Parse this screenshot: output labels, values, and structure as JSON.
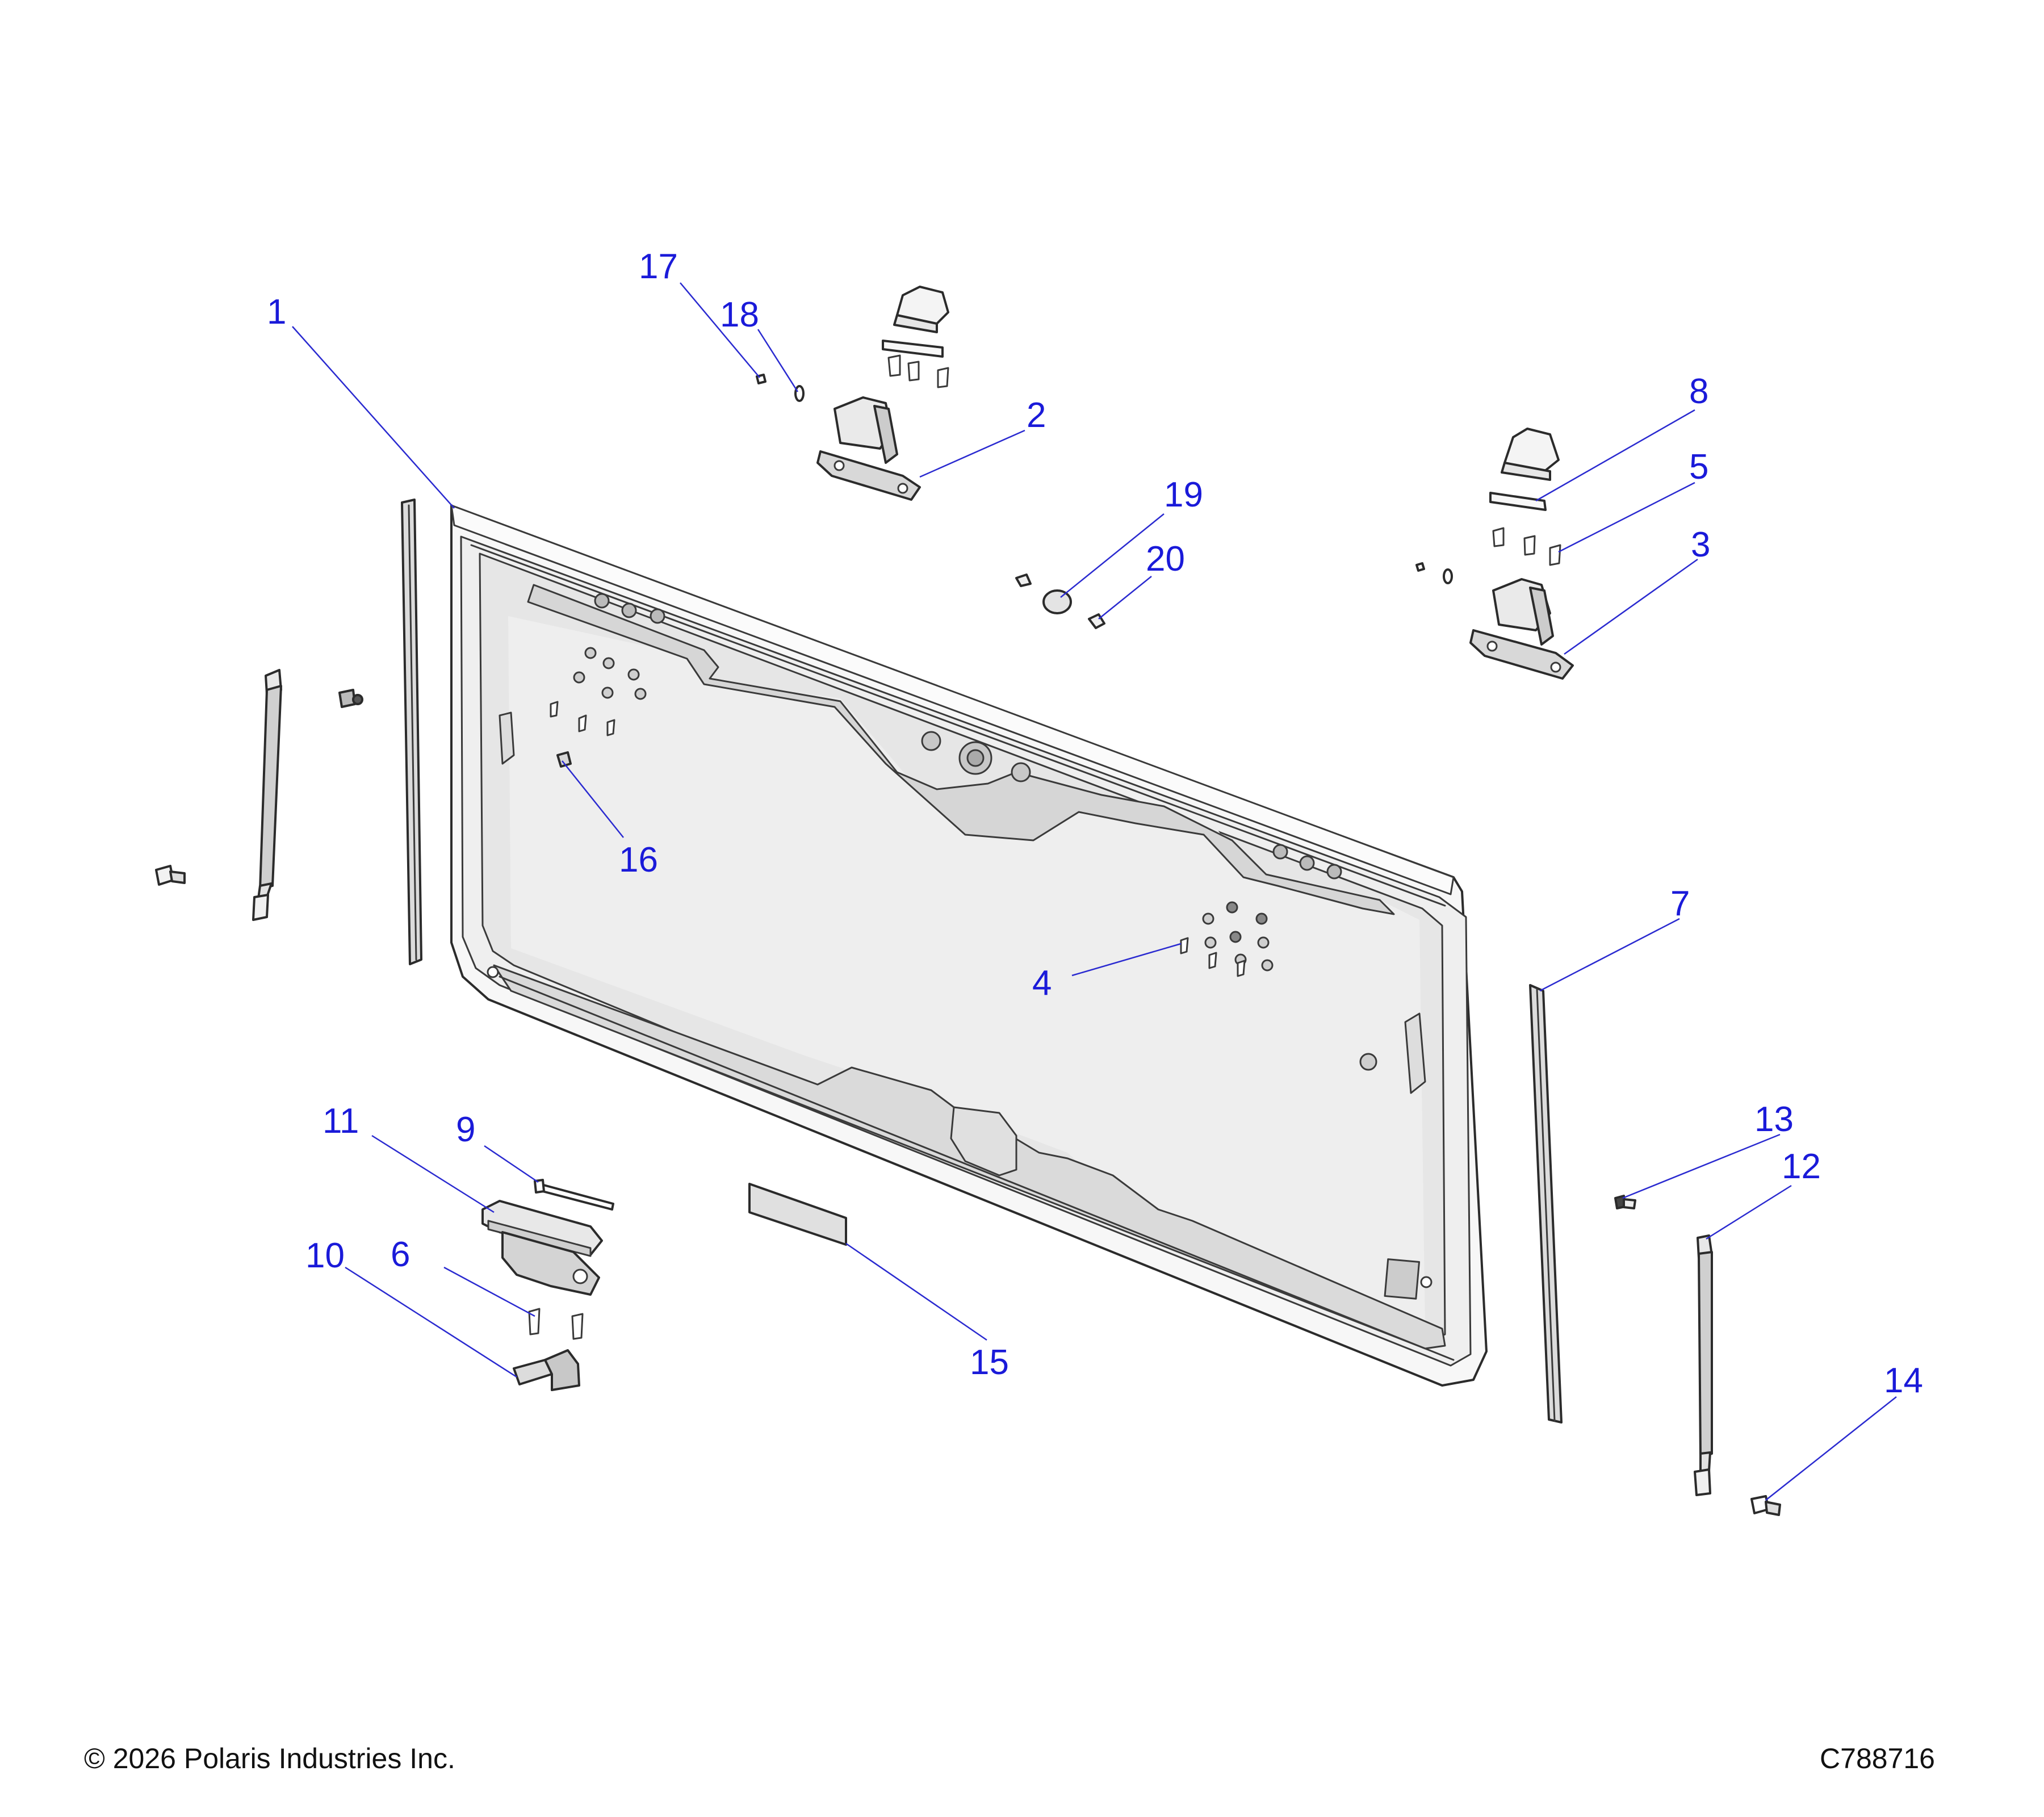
{
  "callouts": [
    "1",
    "2",
    "3",
    "4",
    "5",
    "6",
    "7",
    "8",
    "9",
    "10",
    "11",
    "12",
    "13",
    "14",
    "15",
    "16",
    "17",
    "18",
    "19",
    "20"
  ],
  "footer": {
    "copyright": "© 2026 Polaris Industries Inc.",
    "drawing_id": "C788716"
  },
  "colors": {
    "callout_text": "#1a1ad9",
    "leader_line": "#2a2ad0",
    "part_outline": "#2b2b2b",
    "glass_fill": "#e6e6e6",
    "frame_fill": "#f7f7f7"
  }
}
